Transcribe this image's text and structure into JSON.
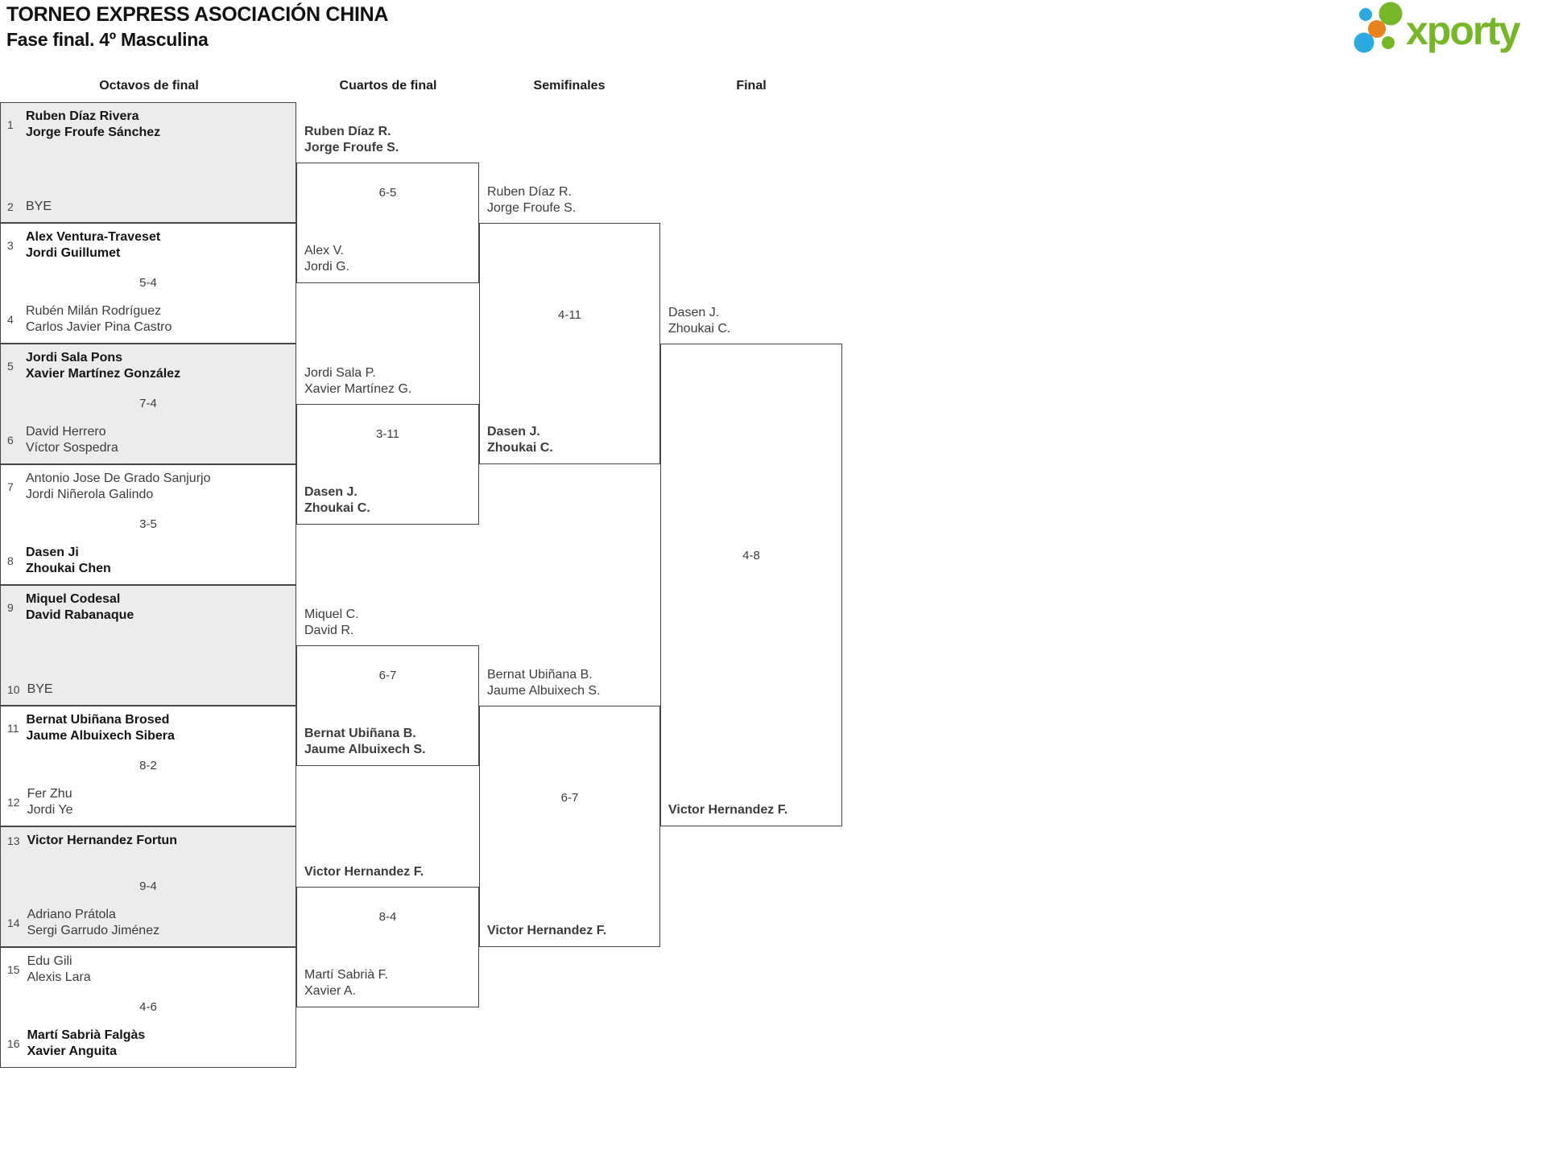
{
  "header": {
    "title": "TORNEO EXPRESS ASOCIACIÓN CHINA",
    "subtitle": "Fase final. 4º Masculina",
    "logo_text": "xporty"
  },
  "colors": {
    "logo_green": "#76b729",
    "logo_blue": "#2ba9e1",
    "logo_orange": "#e8821e",
    "box_gray": "#ececec",
    "box_white": "#ffffff",
    "border": "#454545"
  },
  "rounds": [
    "Octavos de final",
    "Cuartos de final",
    "Semifinales",
    "Final"
  ],
  "bracket": {
    "octavos": [
      {
        "score": "",
        "top": {
          "seed": "1",
          "lines": [
            "Ruben Díaz Rivera",
            "Jorge Froufe Sánchez"
          ],
          "winner": true
        },
        "bottom": {
          "seed": "2",
          "lines": [
            "BYE"
          ],
          "winner": false
        }
      },
      {
        "score": "5-4",
        "top": {
          "seed": "3",
          "lines": [
            "Alex Ventura-Traveset",
            "Jordi Guillumet"
          ],
          "winner": true
        },
        "bottom": {
          "seed": "4",
          "lines": [
            "Rubén Milán Rodríguez",
            "Carlos Javier Pina Castro"
          ],
          "winner": false
        }
      },
      {
        "score": "7-4",
        "top": {
          "seed": "5",
          "lines": [
            "Jordi Sala Pons",
            "Xavier Martínez González"
          ],
          "winner": true
        },
        "bottom": {
          "seed": "6",
          "lines": [
            "David Herrero",
            "Víctor Sospedra"
          ],
          "winner": false
        }
      },
      {
        "score": "3-5",
        "top": {
          "seed": "7",
          "lines": [
            "Antonio Jose De Grado Sanjurjo",
            "Jordi Niñerola Galindo"
          ],
          "winner": false
        },
        "bottom": {
          "seed": "8",
          "lines": [
            "Dasen Ji",
            "Zhoukai Chen"
          ],
          "winner": true
        }
      },
      {
        "score": "",
        "top": {
          "seed": "9",
          "lines": [
            "Miquel Codesal",
            "David Rabanaque"
          ],
          "winner": true
        },
        "bottom": {
          "seed": "10",
          "lines": [
            "BYE"
          ],
          "winner": false
        }
      },
      {
        "score": "8-2",
        "top": {
          "seed": "11",
          "lines": [
            "Bernat Ubiñana Brosed",
            "Jaume Albuixech Sibera"
          ],
          "winner": true
        },
        "bottom": {
          "seed": "12",
          "lines": [
            "Fer Zhu",
            "Jordi Ye"
          ],
          "winner": false
        }
      },
      {
        "score": "9-4",
        "top": {
          "seed": "13",
          "lines": [
            "Victor Hernandez Fortun"
          ],
          "winner": true
        },
        "bottom": {
          "seed": "14",
          "lines": [
            "Adriano Prátola",
            "Sergi Garrudo Jiménez"
          ],
          "winner": false
        }
      },
      {
        "score": "4-6",
        "top": {
          "seed": "15",
          "lines": [
            "Edu Gili",
            "Alexis Lara"
          ],
          "winner": false
        },
        "bottom": {
          "seed": "16",
          "lines": [
            "Martí Sabrià Falgàs",
            "Xavier Anguita"
          ],
          "winner": true
        }
      }
    ],
    "cuartos": [
      {
        "score": "6-5",
        "top": {
          "lines": [
            "Ruben Díaz R.",
            "Jorge Froufe S."
          ],
          "winner": true
        },
        "bottom": {
          "lines": [
            "Alex V.",
            "Jordi G."
          ],
          "winner": false
        }
      },
      {
        "score": "3-11",
        "top": {
          "lines": [
            "Jordi Sala P.",
            "Xavier Martínez G."
          ],
          "winner": false
        },
        "bottom": {
          "lines": [
            "Dasen J.",
            "Zhoukai C."
          ],
          "winner": true
        }
      },
      {
        "score": "6-7",
        "top": {
          "lines": [
            "Miquel C.",
            "David R."
          ],
          "winner": false
        },
        "bottom": {
          "lines": [
            "Bernat Ubiñana B.",
            "Jaume Albuixech S."
          ],
          "winner": true
        }
      },
      {
        "score": "8-4",
        "top": {
          "lines": [
            "Victor Hernandez F."
          ],
          "winner": true
        },
        "bottom": {
          "lines": [
            "Martí Sabrià F.",
            "Xavier A."
          ],
          "winner": false
        }
      }
    ],
    "semifinales": [
      {
        "score": "4-11",
        "top": {
          "lines": [
            "Ruben Díaz R.",
            "Jorge Froufe S."
          ],
          "winner": false
        },
        "bottom": {
          "lines": [
            "Dasen J.",
            "Zhoukai C."
          ],
          "winner": true
        }
      },
      {
        "score": "6-7",
        "top": {
          "lines": [
            "Bernat Ubiñana B.",
            "Jaume Albuixech S."
          ],
          "winner": false
        },
        "bottom": {
          "lines": [
            "Victor Hernandez F."
          ],
          "winner": true
        }
      }
    ],
    "final": [
      {
        "score": "4-8",
        "top": {
          "lines": [
            "Dasen J.",
            "Zhoukai C."
          ],
          "winner": false
        },
        "bottom": {
          "lines": [
            "Victor Hernandez F."
          ],
          "winner": true
        }
      }
    ]
  }
}
